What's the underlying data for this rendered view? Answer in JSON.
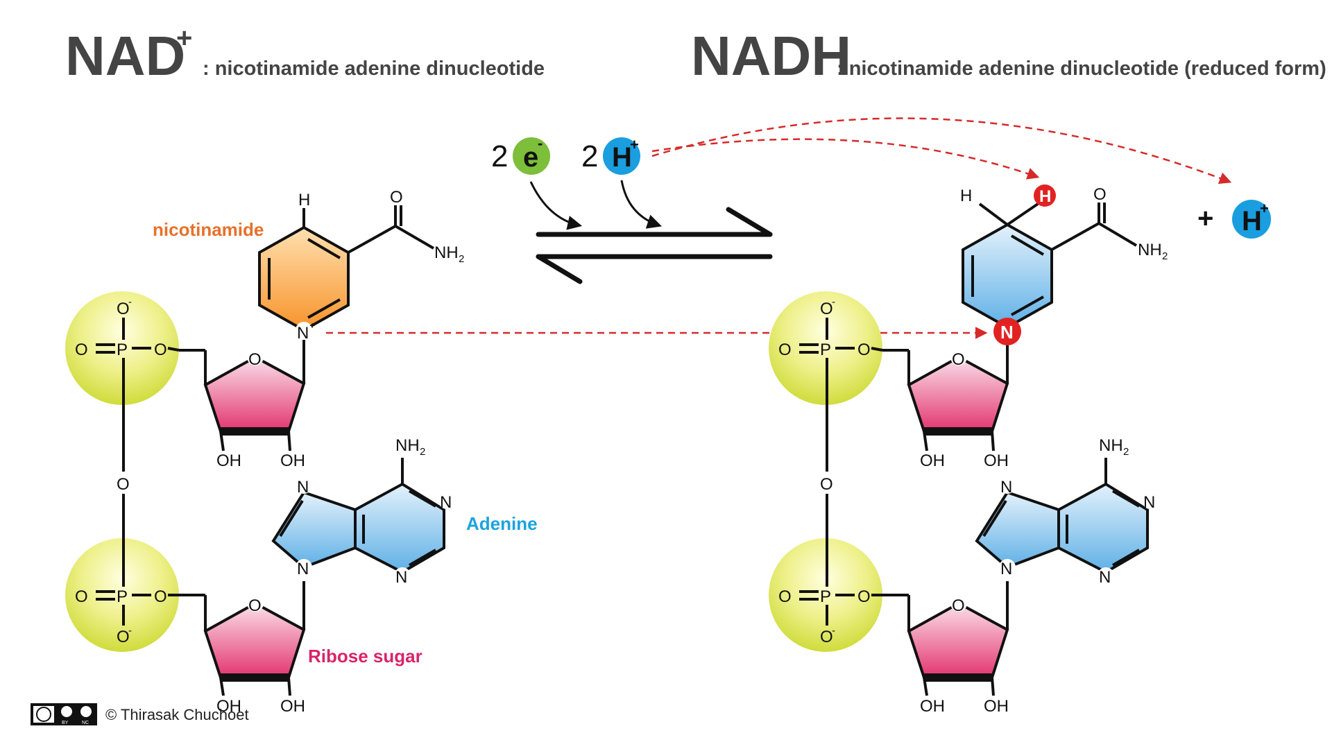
{
  "left_title": {
    "main": "NAD",
    "superscript": "+",
    "subtitle": ": nicotinamide adenine dinucleotide"
  },
  "right_title": {
    "main": "NADH",
    "subtitle": ": nicotinamide adenine dinucleotide (reduced form)"
  },
  "reactants": {
    "electrons": {
      "coefficient": "2",
      "symbol": "e",
      "charge": "-"
    },
    "protons": {
      "coefficient": "2",
      "symbol": "H",
      "charge": "+"
    }
  },
  "byproduct": {
    "plus": "+",
    "symbol": "H",
    "charge": "+"
  },
  "labels": {
    "nicotinamide": "nicotinamide",
    "adenine": "Adenine",
    "ribose": "Ribose sugar"
  },
  "atoms": {
    "O": "O",
    "N": "N",
    "H": "H",
    "P": "P",
    "OH": "OH",
    "NH": "NH",
    "sub2": "2",
    "minus": "-",
    "plus": "+"
  },
  "credit": {
    "text": "© Thirasak Chuchoet",
    "license_by": "BY",
    "license_nc": "NC"
  },
  "colors": {
    "title": "#444444",
    "nicotinamide_label": "#e8702a",
    "adenine_label": "#1ba3e0",
    "ribose_label": "#d9246a",
    "electron": "#7dbe3a",
    "proton": "#1a9ee0",
    "highlight_red": "#e22222",
    "arrow_dashed": "#d62a2a",
    "phosphate_fill": "#dce65a",
    "nicotinamide_fill": "#f7a33c",
    "pyridine_fill_reduced": "#7fbfea",
    "adenine_fill": "#8cc8f0",
    "ribose_fill": "#ea4f8a"
  },
  "icons": [
    "creative-commons-icon",
    "attribution-icon",
    "noncommercial-icon",
    "equilibrium-arrow-icon",
    "dashed-arrow-icon"
  ]
}
